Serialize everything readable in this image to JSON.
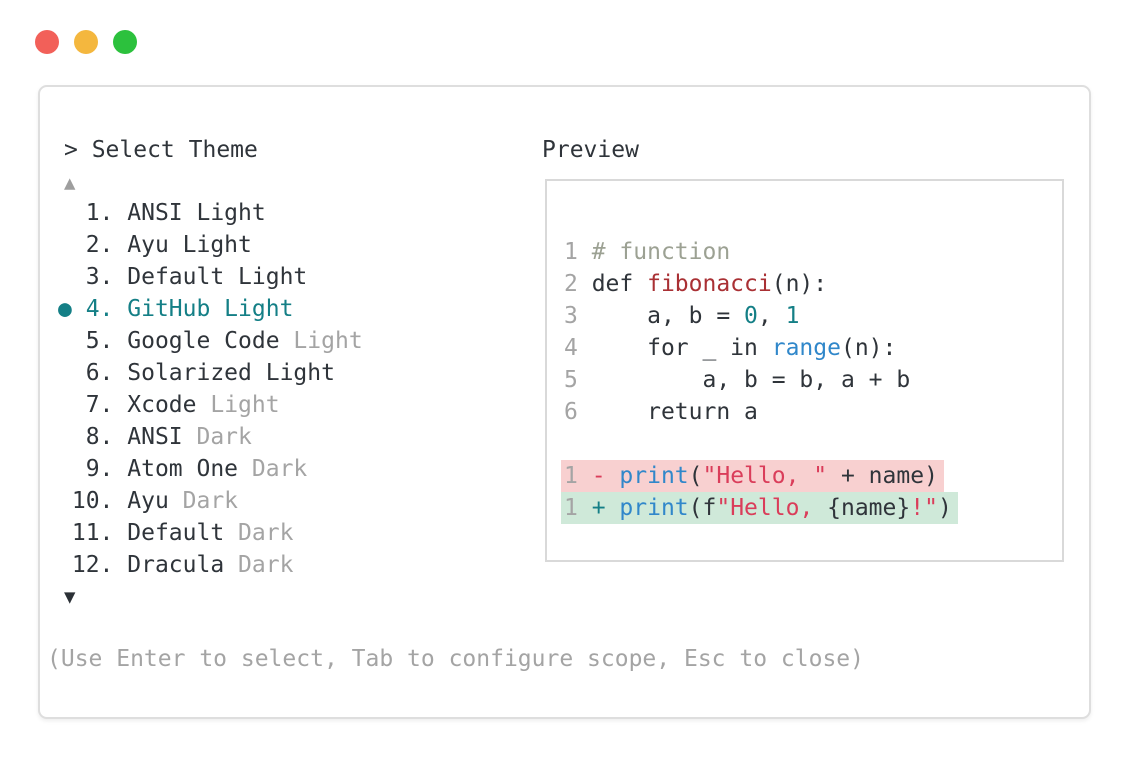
{
  "window": {
    "traffic_lights": [
      {
        "name": "close",
        "color": "#f26059"
      },
      {
        "name": "minimize",
        "color": "#f4b73e"
      },
      {
        "name": "zoom",
        "color": "#2cc13d"
      }
    ]
  },
  "theme_picker": {
    "prompt": "> Select Theme",
    "scroll_up_symbol": "▲",
    "scroll_down_symbol": "▼",
    "selected_indicator": "●",
    "items": [
      {
        "number": 1,
        "prefix": "  1. ",
        "name": "ANSI Light",
        "variant": "",
        "selected": false
      },
      {
        "number": 2,
        "prefix": "  2. ",
        "name": "Ayu Light",
        "variant": "",
        "selected": false
      },
      {
        "number": 3,
        "prefix": "  3. ",
        "name": "Default Light",
        "variant": "",
        "selected": false
      },
      {
        "number": 4,
        "prefix": "● 4. ",
        "name": "GitHub Light",
        "variant": "",
        "selected": true
      },
      {
        "number": 5,
        "prefix": "  5. ",
        "name": "Google Code",
        "variant": "Light",
        "selected": false
      },
      {
        "number": 6,
        "prefix": "  6. ",
        "name": "Solarized Light",
        "variant": "",
        "selected": false
      },
      {
        "number": 7,
        "prefix": "  7. ",
        "name": "Xcode",
        "variant": "Light",
        "selected": false
      },
      {
        "number": 8,
        "prefix": "  8. ",
        "name": "ANSI",
        "variant": "Dark",
        "selected": false
      },
      {
        "number": 9,
        "prefix": "  9. ",
        "name": "Atom One",
        "variant": "Dark",
        "selected": false
      },
      {
        "number": 10,
        "prefix": " 10. ",
        "name": "Ayu",
        "variant": "Dark",
        "selected": false
      },
      {
        "number": 11,
        "prefix": " 11. ",
        "name": "Default",
        "variant": "Dark",
        "selected": false
      },
      {
        "number": 12,
        "prefix": " 12. ",
        "name": "Dracula",
        "variant": "Dark",
        "selected": false
      }
    ],
    "footer_hint": "(Use Enter to select, Tab to configure scope, Esc to close)"
  },
  "preview": {
    "title": "Preview",
    "code_lines": [
      {
        "segments": [
          {
            "t": "1 ",
            "c": "num"
          },
          {
            "t": "# function",
            "c": "comment"
          }
        ]
      },
      {
        "segments": [
          {
            "t": "2 ",
            "c": "num"
          },
          {
            "t": "def ",
            "c": "plain"
          },
          {
            "t": "fibonacci",
            "c": "func"
          },
          {
            "t": "(n):",
            "c": "plain"
          }
        ]
      },
      {
        "segments": [
          {
            "t": "3 ",
            "c": "num"
          },
          {
            "t": "    a, b = ",
            "c": "plain"
          },
          {
            "t": "0",
            "c": "literal"
          },
          {
            "t": ", ",
            "c": "plain"
          },
          {
            "t": "1",
            "c": "literal"
          }
        ]
      },
      {
        "segments": [
          {
            "t": "4 ",
            "c": "num"
          },
          {
            "t": "    for _ in ",
            "c": "plain"
          },
          {
            "t": "range",
            "c": "keyword"
          },
          {
            "t": "(n):",
            "c": "plain"
          }
        ]
      },
      {
        "segments": [
          {
            "t": "5 ",
            "c": "num"
          },
          {
            "t": "        a, b = b, a + b",
            "c": "plain"
          }
        ]
      },
      {
        "segments": [
          {
            "t": "6 ",
            "c": "num"
          },
          {
            "t": "    return a",
            "c": "plain"
          }
        ]
      },
      {
        "blank": true
      },
      {
        "diff": "removed",
        "segments": [
          {
            "t": "1 ",
            "c": "num"
          },
          {
            "t": "- ",
            "c": "str"
          },
          {
            "t": "print",
            "c": "keyword"
          },
          {
            "t": "(",
            "c": "plain"
          },
          {
            "t": "\"Hello, \"",
            "c": "str"
          },
          {
            "t": " + name)",
            "c": "plain"
          }
        ]
      },
      {
        "diff": "added",
        "segments": [
          {
            "t": "1 ",
            "c": "num"
          },
          {
            "t": "+ ",
            "c": "literal"
          },
          {
            "t": "print",
            "c": "keyword"
          },
          {
            "t": "(f",
            "c": "plain"
          },
          {
            "t": "\"Hello, ",
            "c": "str"
          },
          {
            "t": "{name}",
            "c": "plain"
          },
          {
            "t": "!\"",
            "c": "str"
          },
          {
            "t": ")",
            "c": "plain"
          }
        ]
      }
    ]
  },
  "colors": {
    "accent_teal": "#147f86",
    "text_dark": "#2f343a",
    "text_muted": "#a4a4a4",
    "comment_olive": "#9ca193",
    "function_red": "#a93034",
    "string_crimson": "#da3d5a",
    "keyword_blue": "#3087ca",
    "removed_line_bg": "#f8d0d0",
    "added_line_bg": "#cfe9d9",
    "traffic_red": "#f26059",
    "traffic_yellow": "#f4b73e",
    "traffic_green": "#2cc13d"
  }
}
